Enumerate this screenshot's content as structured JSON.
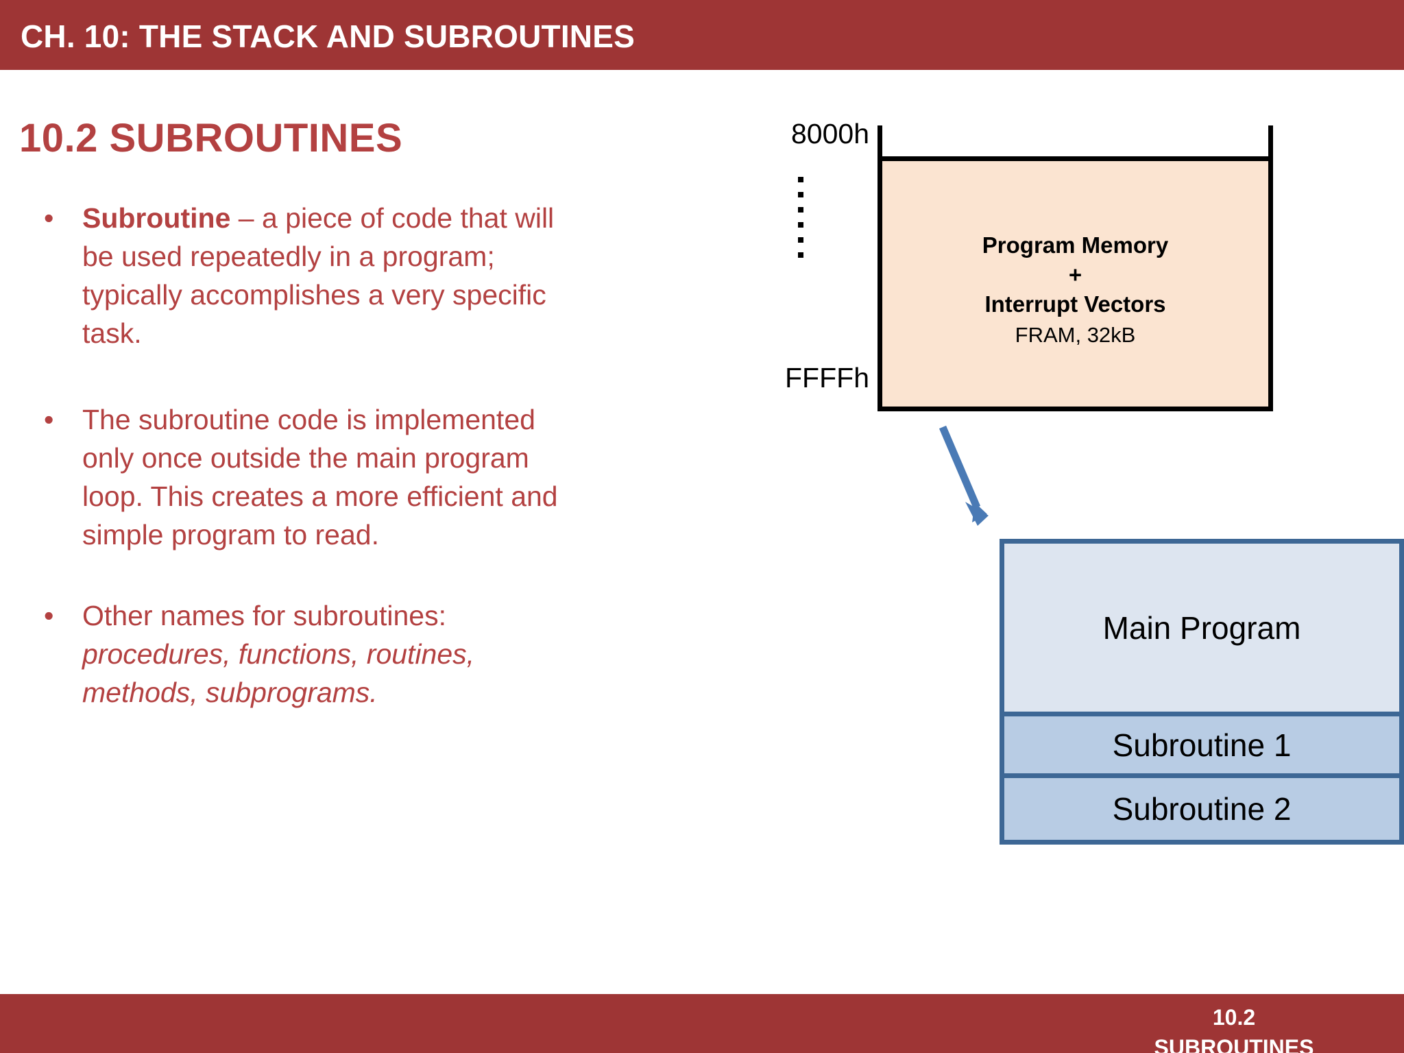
{
  "header": {
    "title": "CH. 10: THE STACK AND SUBROUTINES",
    "bar_color": "#9e3535"
  },
  "section": {
    "heading": "10.2 SUBROUTINES",
    "heading_color": "#b34141"
  },
  "bullets": [
    {
      "marker": "•",
      "lead": "Subroutine",
      "lead_style": "bold",
      "rest": " – a piece of code that will be used repeatedly in a program; typically accomplishes a very specific task."
    },
    {
      "marker": "•",
      "lead": "",
      "lead_style": "none",
      "rest": "The subroutine code is implemented only once outside the main program loop. This creates a more efficient and simple program to read."
    },
    {
      "marker": "•",
      "lead": "Other names for subroutines: ",
      "lead_style": "none",
      "rest": "procedures, functions, routines, methods, subprograms.",
      "rest_style": "italic"
    }
  ],
  "memory_map": {
    "address_top": "8000h",
    "address_bottom": "FFFFh",
    "dots_count": 6,
    "label_line1": "Program Memory",
    "label_plus": "+",
    "label_line2": "Interrupt Vectors",
    "label_line3": "FRAM, 32kB",
    "fill_color": "#fbe4d1",
    "border_color": "#000000"
  },
  "arrow": {
    "color": "#4a7ab5",
    "direction": "down-right"
  },
  "program_stack": {
    "border_color": "#3d6795",
    "blocks": [
      {
        "label": "Main Program",
        "fill": "#dde5f0",
        "size": "large"
      },
      {
        "label": "Subroutine 1",
        "fill": "#b8cce4",
        "size": "small"
      },
      {
        "label": "Subroutine 2",
        "fill": "#b8cce4",
        "size": "small"
      }
    ]
  },
  "footer": {
    "line1": "10.2",
    "line2": "SUBROUTINES",
    "bar_color": "#9e3535"
  }
}
